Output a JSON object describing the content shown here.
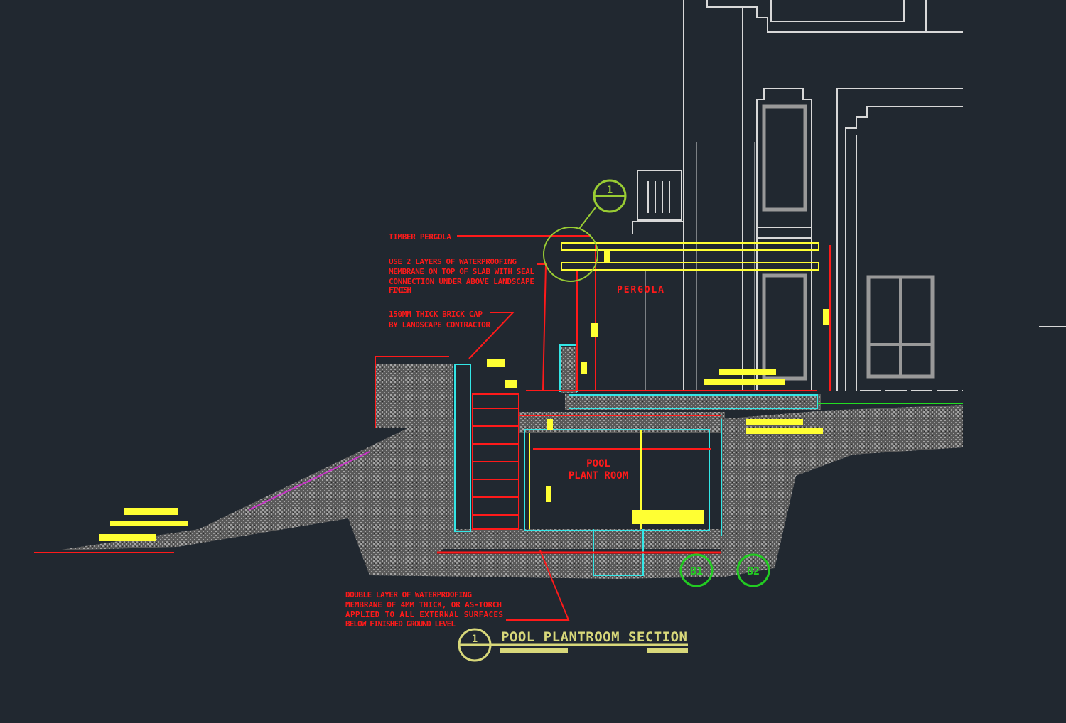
{
  "drawing": {
    "title": "POOL PLANTROOM SECTION",
    "section_number": "1",
    "room_label_line1": "POOL",
    "room_label_line2": "PLANT ROOM",
    "pergola_label": "PERGOLA",
    "grid_markers": [
      "B1",
      "B2"
    ],
    "detail_marker": "1",
    "notes": [
      {
        "lines": [
          "TIMBER PERGOLA"
        ]
      },
      {
        "lines": [
          "USE 2 LAYERS OF WATERPROOFING",
          "MEMBRANE ON TOP OF SLAB WITH SEAL",
          "CONNECTION UNDER ABOVE LANDSCAPE",
          "FINISH"
        ]
      },
      {
        "lines": [
          "150MM THICK BRICK CAP",
          "BY LANDSCAPE CONTRACTOR"
        ]
      },
      {
        "lines": [
          "DOUBLE LAYER OF WATERPROOFING",
          "MEMBRANE OF 4MM THICK, OR AS-TORCH",
          "APPLIED TO ALL EXTERNAL SURFACES",
          "BELOW FINISHED GROUND LEVEL"
        ]
      }
    ]
  },
  "colors": {
    "background": "#212830",
    "annotation": "#ff1a1a",
    "structure": "#33e6e6",
    "hatch": "#8a8a8a",
    "building": "#d8d8d8",
    "timber": "#ffff33",
    "marker": "#66cc22",
    "title": "#d8d87a"
  }
}
